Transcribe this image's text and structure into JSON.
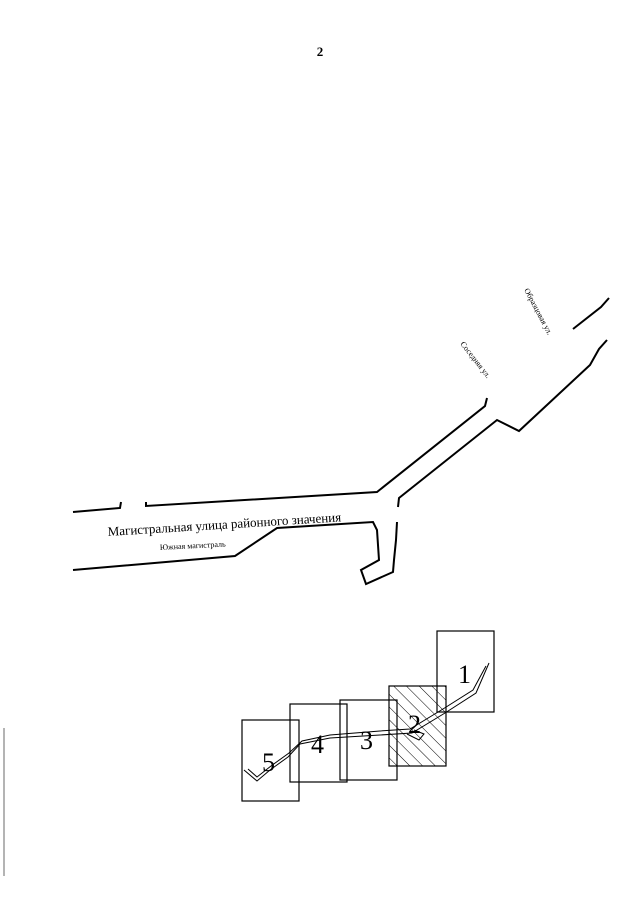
{
  "page": {
    "number": "2"
  },
  "street_map": {
    "labels": {
      "main_street": "Магистральная улица районного значения",
      "south_highway": "Южная магистраль",
      "sosednyaya": "Соседняя ул.",
      "obraztsovaya": "Образцовая ул."
    }
  },
  "sheet_scheme": {
    "sheets": [
      "1",
      "2",
      "3",
      "4",
      "5"
    ],
    "highlighted_sheet": "2"
  },
  "colors": {
    "ink": "#000000",
    "paper": "#ffffff"
  }
}
